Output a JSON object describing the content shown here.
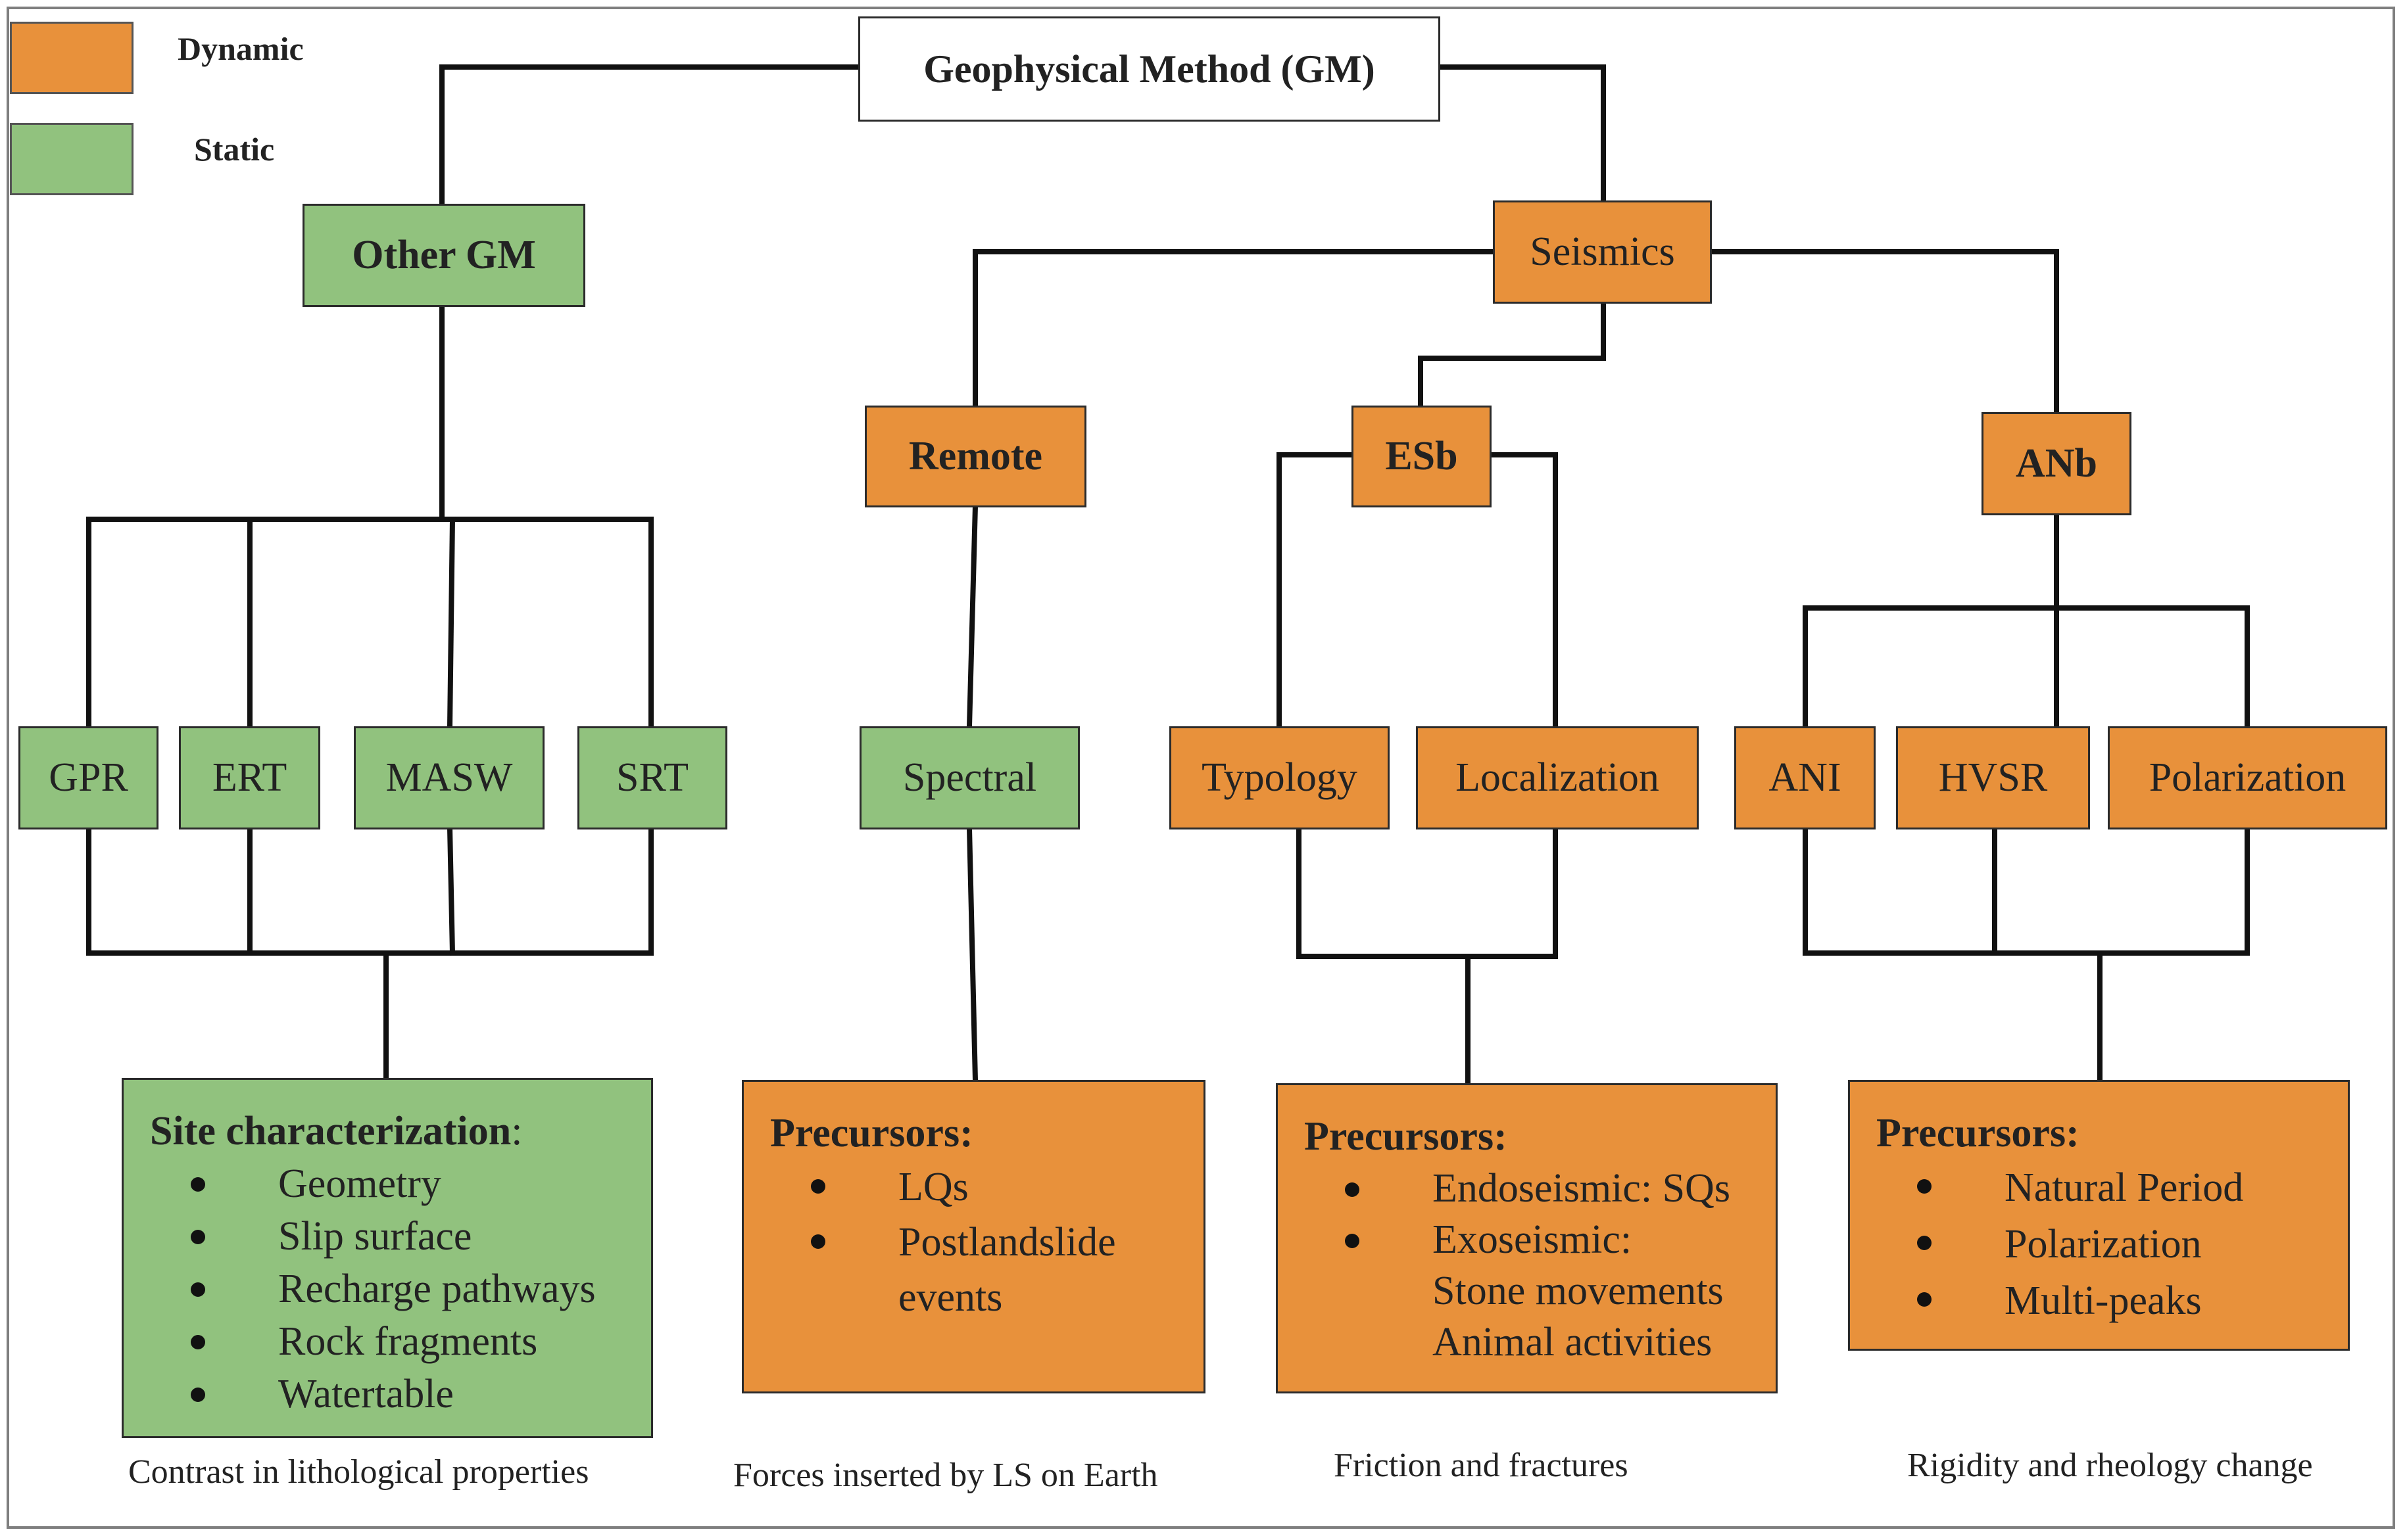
{
  "legend": {
    "dynamic_label": "Dynamic",
    "static_label": "Static",
    "dynamic_color": "#e8913b",
    "static_color": "#91c27e"
  },
  "root": "Geophysical Method (GM)",
  "branches": {
    "other_gm": "Other GM",
    "seismics": "Seismics",
    "remote": "Remote",
    "esb": "ESb",
    "anb": "ANb"
  },
  "methods": {
    "gpr": "GPR",
    "ert": "ERT",
    "masw": "MASW",
    "srt": "SRT",
    "spectral": "Spectral",
    "typology": "Typology",
    "localization": "Localization",
    "ani": "ANI",
    "hvsr": "HVSR",
    "polarization": "Polarization"
  },
  "outcomes": {
    "site": {
      "heading": "Site characterization",
      "heading_suffix": ":",
      "items": [
        "Geometry",
        "Slip surface",
        "Recharge pathways",
        "Rock fragments",
        "Watertable"
      ]
    },
    "remote": {
      "heading": "Precursors:",
      "items": [
        "LQs",
        "Postlandslide"
      ],
      "continuation": "events"
    },
    "esb": {
      "heading": "Precursors:",
      "items": [
        "Endoseismic: SQs",
        "Exoseismic:"
      ],
      "continuation": [
        "Stone movements",
        "Animal activities"
      ]
    },
    "anb": {
      "heading": "Precursors:",
      "items": [
        "Natural Period",
        "Polarization",
        "Multi-peaks"
      ]
    }
  },
  "captions": {
    "site": "Contrast in lithological properties",
    "remote": "Forces inserted by LS on Earth",
    "esb": "Friction and fractures",
    "anb": "Rigidity and rheology change"
  }
}
